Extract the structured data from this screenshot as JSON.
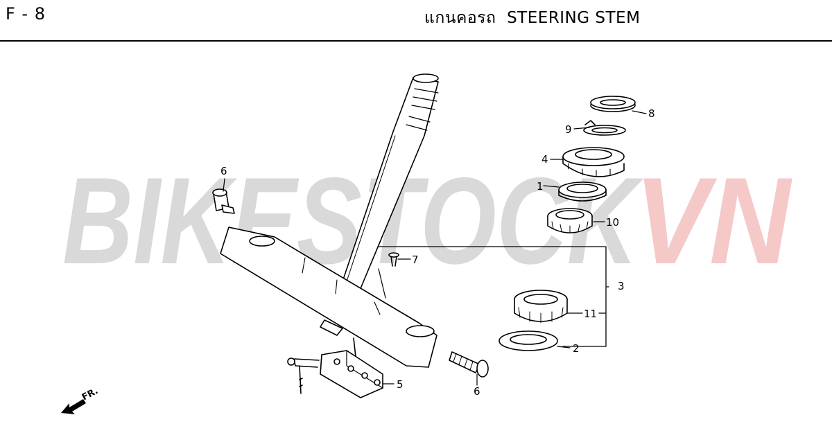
{
  "header": {
    "page_code": "F - 8",
    "title": "แกนคอรถ  STEERING STEM"
  },
  "watermark": {
    "text_main": "BIKESTOCK",
    "text_accent": "VN",
    "main_color": "#d9d9d9",
    "accent_color": "#f6c9c9"
  },
  "direction_marker": {
    "label": "FR.",
    "icon": "front-direction-arrow-icon"
  },
  "callouts": {
    "c1": "1",
    "c2": "2",
    "c3": "3",
    "c4": "4",
    "c5": "5",
    "c6a": "6",
    "c6b": "6",
    "c7": "7",
    "c8": "8",
    "c9": "9",
    "c10": "10",
    "c11": "11"
  }
}
